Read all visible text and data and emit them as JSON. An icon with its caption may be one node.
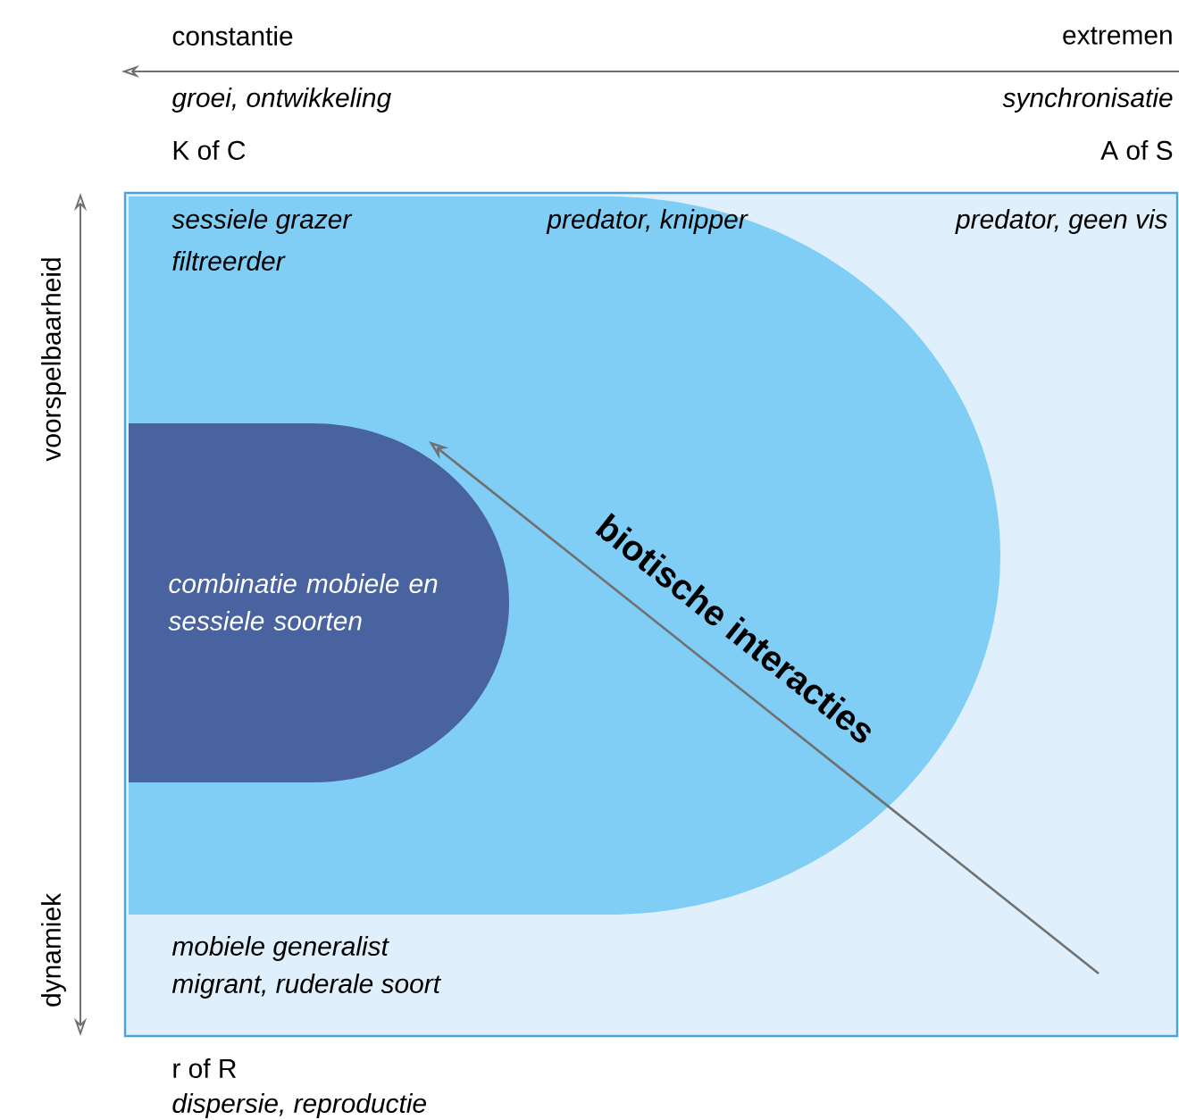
{
  "diagram": {
    "nodes": [
      {
        "text": [
          "predator, geen vis",
          "mobiele generalist",
          "migrant, ruderale soort"
        ]
      },
      {
        "text": [
          "sessiele grazer",
          "filtreerder",
          "predator, knipper"
        ],
        "in": 0
      },
      {
        "text": [
          "combinatie mobiele en sessiele soorten"
        ],
        "in": 1
      }
    ],
    "edges": [
      {
        "from": null,
        "to": 2,
        "arrow": "to",
        "label": "biotische interacties"
      }
    ],
    "labels": [
      "constantie",
      "extremen",
      "groei, ontwikkeling",
      "synchronisatie",
      "K of C",
      "A of S",
      "voorspelbaarheid",
      "dynamiek",
      "r of R",
      "dispersie, reproductie"
    ]
  }
}
